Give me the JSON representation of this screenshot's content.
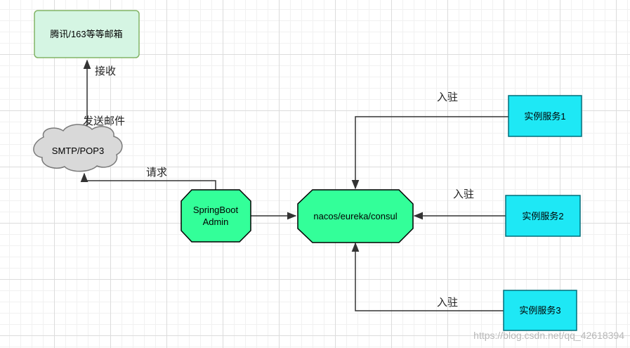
{
  "nodes": {
    "mailbox": "腾讯/163等等邮箱",
    "smtp": "SMTP/POP3",
    "admin_line1": "SpringBoot",
    "admin_line2": "Admin",
    "registry": "nacos/eureka/consul",
    "service1": "实例服务1",
    "service2": "实例服务2",
    "service3": "实例服务3"
  },
  "edges": {
    "receive": "接收",
    "send_mail": "发送邮件",
    "request": "请求",
    "register1": "入驻",
    "register2": "入驻",
    "register3": "入驻"
  },
  "watermark": "https://blog.csdn.net/qq_42618394",
  "colors": {
    "mailbox_fill": "#d5f5e3",
    "mailbox_stroke": "#82b366",
    "cloud_fill": "#d9d9d9",
    "cloud_stroke": "#7a7a7a",
    "octagon_fill": "#33ff99",
    "octagon_stroke": "#000000",
    "service_fill": "#1ee8f5",
    "service_stroke": "#006e7a",
    "edge": "#333333"
  }
}
